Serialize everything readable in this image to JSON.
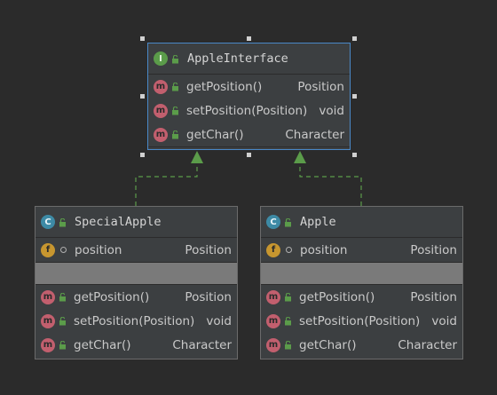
{
  "interface": {
    "kind_icon": "I",
    "name": "AppleInterface",
    "methods": [
      {
        "name": "getPosition()",
        "type": "Position"
      },
      {
        "name": "setPosition(Position)",
        "type": "void"
      },
      {
        "name": "getChar()",
        "type": "Character"
      }
    ]
  },
  "special_apple": {
    "kind_icon": "C",
    "name": "SpecialApple",
    "field": {
      "icon": "f",
      "name": "position",
      "type": "Position"
    },
    "methods": [
      {
        "name": "getPosition()",
        "type": "Position"
      },
      {
        "name": "setPosition(Position)",
        "type": "void"
      },
      {
        "name": "getChar()",
        "type": "Character"
      }
    ]
  },
  "apple": {
    "kind_icon": "C",
    "name": "Apple",
    "field": {
      "icon": "f",
      "name": "position",
      "type": "Position"
    },
    "methods": [
      {
        "name": "getPosition()",
        "type": "Position"
      },
      {
        "name": "setPosition(Position)",
        "type": "void"
      },
      {
        "name": "getChar()",
        "type": "Character"
      }
    ]
  },
  "icons": {
    "method": "m",
    "method_icon_name": "method-icon",
    "field_icon_name": "field-icon",
    "lock_icon_name": "lock-open-icon"
  },
  "colors": {
    "background": "#2b2b2b",
    "box": "#3c3f41",
    "selected_border": "#4a88c7",
    "arrow": "#5b9c4a",
    "method_icon": "#c25f6e",
    "field_icon": "#c7962f",
    "class_icon": "#3d8aa5",
    "interface_icon": "#5b9c4a"
  }
}
